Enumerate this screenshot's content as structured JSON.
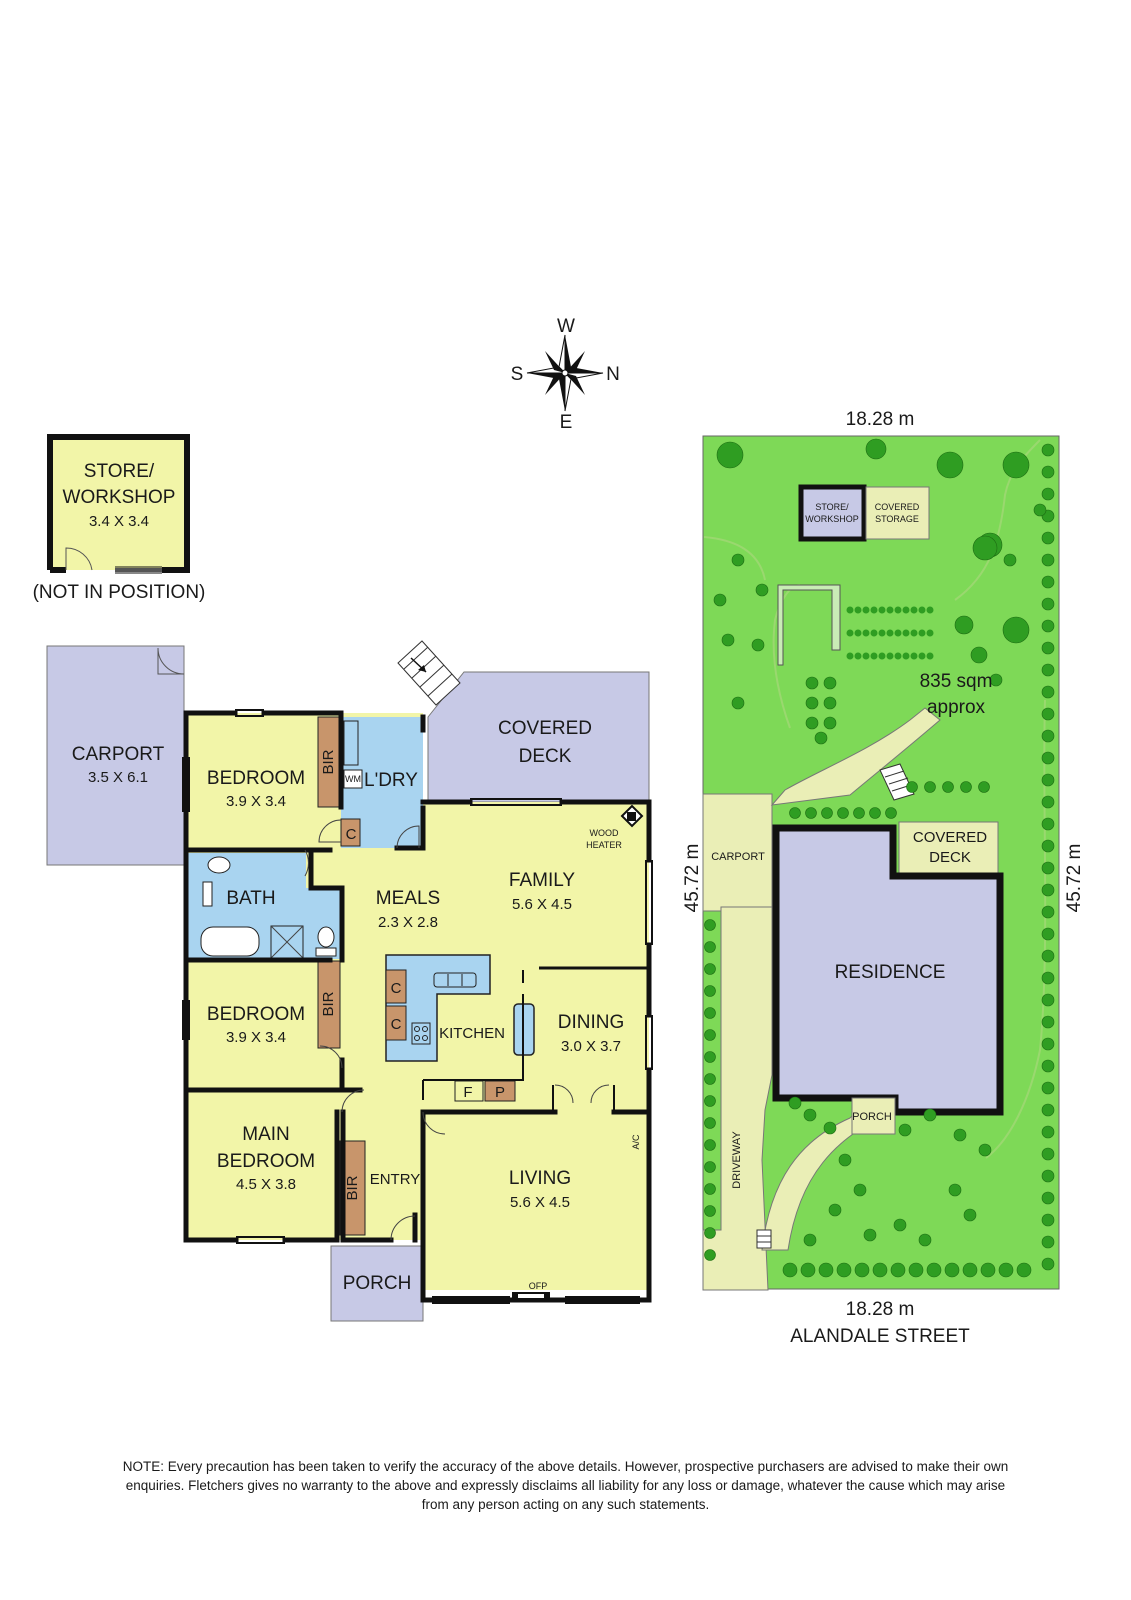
{
  "compass": {
    "n": "N",
    "s": "S",
    "e": "E",
    "w": "W"
  },
  "store": {
    "name_line1": "STORE/",
    "name_line2": "WORKSHOP",
    "dims": "3.4 X 3.4",
    "note": "(NOT IN POSITION)"
  },
  "rooms": {
    "carport": {
      "name": "CARPORT",
      "dims": "3.5 X 6.1"
    },
    "bedroom1": {
      "name": "BEDROOM",
      "dims": "3.9 X 3.4"
    },
    "bedroom2": {
      "name": "BEDROOM",
      "dims": "3.9 X 3.4"
    },
    "main_bedroom": {
      "name_line1": "MAIN",
      "name_line2": "BEDROOM",
      "dims": "4.5 X 3.8"
    },
    "laundry": {
      "name": "L'DRY"
    },
    "bath": {
      "name": "BATH"
    },
    "meals": {
      "name": "MEALS",
      "dims": "2.3 X 2.8"
    },
    "family": {
      "name": "FAMILY",
      "dims": "5.6 X 4.5"
    },
    "kitchen": {
      "name": "KITCHEN"
    },
    "dining": {
      "name": "DINING",
      "dims": "3.0 X 3.7"
    },
    "living": {
      "name": "LIVING",
      "dims": "5.6 X 4.5"
    },
    "entry": {
      "name": "ENTRY"
    },
    "porch": {
      "name": "PORCH"
    },
    "covered_deck": {
      "name_line1": "COVERED",
      "name_line2": "DECK"
    }
  },
  "fixtures": {
    "bir": "BIR",
    "cupboard": "C",
    "wm": "WM",
    "fridge": "F",
    "pantry": "P",
    "ac": "A/C",
    "ofp": "OFP",
    "wood_heater_line1": "WOOD",
    "wood_heater_line2": "HEATER"
  },
  "site": {
    "top_width": "18.28 m",
    "bottom_width": "18.28 m",
    "left_depth": "45.72 m",
    "right_depth": "45.72 m",
    "area_line1": "835 sqm",
    "area_line2": "approx",
    "residence": "RESIDENCE",
    "carport": "CARPORT",
    "covered_deck_line1": "COVERED",
    "covered_deck_line2": "DECK",
    "porch": "PORCH",
    "driveway": "DRIVEWAY",
    "store_line1": "STORE/",
    "store_line2": "WORKSHOP",
    "covered_storage_line1": "COVERED",
    "covered_storage_line2": "STORAGE",
    "street": "ALANDALE STREET"
  },
  "colors": {
    "room_yellow": "#f2f5a8",
    "covered_blue": "#c7c9e6",
    "wet_blue": "#a9d4f0",
    "joinery_brown": "#c8956b",
    "lawn_green": "#7ed957",
    "path_beige": "#eaeeb6",
    "tree_green": "#2f9d22",
    "wall": "#111111"
  },
  "note": "NOTE:  Every precaution has been taken to verify the accuracy of the above details. However, prospective purchasers are advised to make their own enquiries. Fletchers gives no warranty to the above and expressly disclaims all liability for any loss or damage, whatever the cause which may arise from any person acting on any such statements."
}
